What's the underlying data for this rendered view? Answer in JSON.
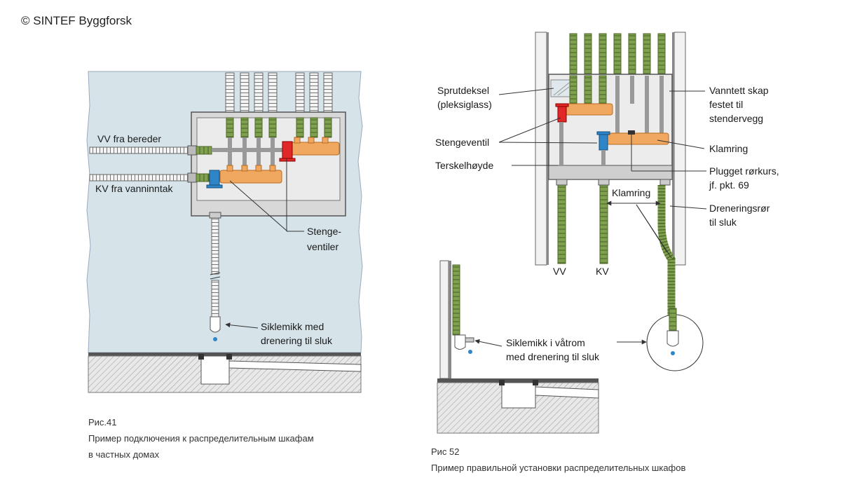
{
  "copyright": "© SINTEF Byggforsk",
  "figure41": {
    "labels": {
      "vv_fra_bereder": "VV fra bereder",
      "kv_fra_vanninntak": "KV fra vanninntak",
      "stengeventiler_1": "Stenge-",
      "stengeventiler_2": "ventiler",
      "siklemikk_1": "Siklemikk med",
      "siklemikk_2": "drenering til sluk"
    },
    "caption": {
      "number": "Рис.41",
      "line1": "Пример подключения к распределительным шкафам",
      "line2": "в частных домах"
    }
  },
  "figure52": {
    "labels": {
      "sprutdeksel_1": "Sprutdeksel",
      "sprutdeksel_2": "(pleksiglass)",
      "stengeventil": "Stengeventil",
      "terskelhoyde": "Terskelhøyde",
      "vanntett_1": "Vanntett skap",
      "vanntett_2": "festet til",
      "vanntett_3": "stendervegg",
      "klamring_right": "Klamring",
      "plugget_1": "Plugget rørkurs,",
      "plugget_2": "jf. pkt. 69",
      "klamring_mid": "Klamring",
      "dreneringsror_1": "Dreneringsrør",
      "dreneringsror_2": "til sluk",
      "vv": "VV",
      "kv": "KV",
      "siklemikk_1": "Siklemikk i våtrom",
      "siklemikk_2": "med drenering til sluk"
    },
    "caption": {
      "number": "Рис 52",
      "line1": "Пример правильной установки распределительных шкафов"
    }
  },
  "colors": {
    "wall_background": "#d6e4ea",
    "cabinet_fill": "#d8d8d8",
    "pipe_green": "#7fa04e",
    "manifold_orange": "#f0a860",
    "valve_blue": "#2e86c8",
    "valve_red": "#e02828"
  }
}
